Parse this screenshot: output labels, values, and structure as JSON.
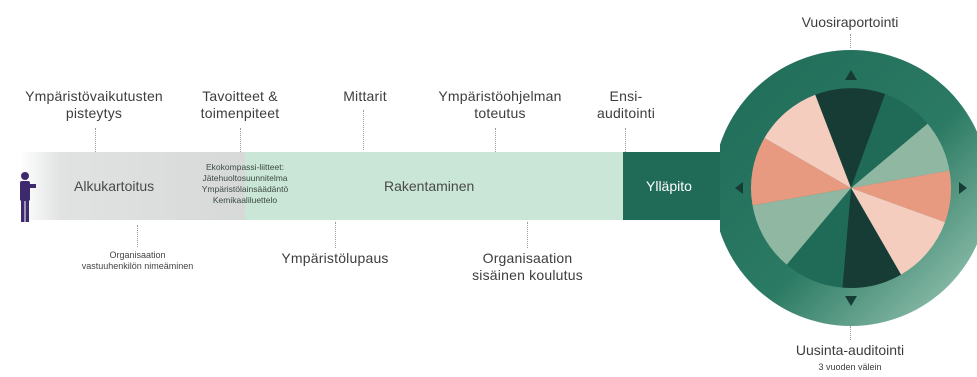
{
  "top_labels": {
    "scoring": [
      "Ympäristövaikutusten",
      "pisteytys"
    ],
    "goals": [
      "Tavoitteet &",
      "toimenpiteet"
    ],
    "metrics": "Mittarit",
    "program": [
      "Ympäristöohjelman",
      "toteutus"
    ],
    "first_audit": [
      "Ensi-",
      "auditointi"
    ]
  },
  "bottom_labels": {
    "responsible": [
      "Organisaation",
      "vastuuhenkilön nimeäminen"
    ],
    "permit": "Ympäristölupaus",
    "training": [
      "Organisaation",
      "sisäinen koulutus"
    ]
  },
  "phases": {
    "initial": "Alkukartoitus",
    "build": "Rakentaminen",
    "maintain": "Ylläpito"
  },
  "attachments": [
    "Ekokompassi-liitteet:",
    "Jätehuoltosuunnitelma",
    "Ympäristölainsäädäntö",
    "Kemikaaliluettelo"
  ],
  "cycle": {
    "top": "Vuosiraportointi",
    "bottom": "Uusinta-auditointi",
    "bottom_sub": "3 vuoden välein"
  },
  "colors": {
    "dark_green": "#1f6b58",
    "light_green": "#c9e6d6",
    "grey": "#d9dbda",
    "deep": "#173c35",
    "salmon": "#e89a80",
    "pink": "#f4cdbf",
    "sage": "#8fb7a2",
    "figure": "#3d2a6e"
  }
}
